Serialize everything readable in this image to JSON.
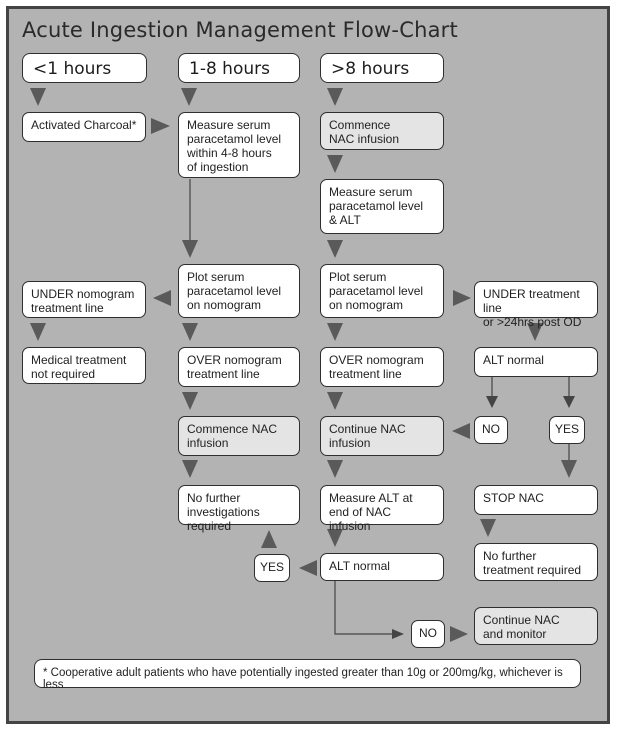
{
  "title": "Acute Ingestion Management Flow-Chart",
  "headers": {
    "h1": "<1 hours",
    "h2": "1-8 hours",
    "h3": ">8 hours"
  },
  "col1": {
    "charcoal": "Activated Charcoal*",
    "under": "UNDER nomogram\ntreatment line",
    "medical": "Medical treatment\nnot required"
  },
  "col2": {
    "measure": "Measure serum\nparacetamol level\nwithin 4-8 hours\nof ingestion",
    "plot": "Plot serum\nparacetamol level\non nomogram",
    "over": "OVER nomogram\ntreatment line",
    "commence": "Commence NAC\ninfusion",
    "nofurther": "No further\ninvestigations required"
  },
  "col3": {
    "commence": "Commence\nNAC infusion",
    "measure": "Measure serum\nparacetamol level\n& ALT",
    "plot": "Plot serum\nparacetamol level\non nomogram",
    "over": "OVER nomogram\ntreatment line",
    "continue": "Continue NAC\ninfusion",
    "measurealt": "Measure ALT at\nend of NAC infusion",
    "altnormal": "ALT normal"
  },
  "col4": {
    "under": "UNDER treatment line\nor >24hrs post OD",
    "altnormal": "ALT normal",
    "no": "NO",
    "yes": "YES",
    "stop": "STOP NAC",
    "nofurther": "No further\ntreatment required",
    "continue": "Continue NAC\nand monitor"
  },
  "yes_bottom": "YES",
  "no_bottom": "NO",
  "footnote": "* Cooperative adult patients who have potentially ingested greater than 10g or 200mg/kg, whichever is less"
}
